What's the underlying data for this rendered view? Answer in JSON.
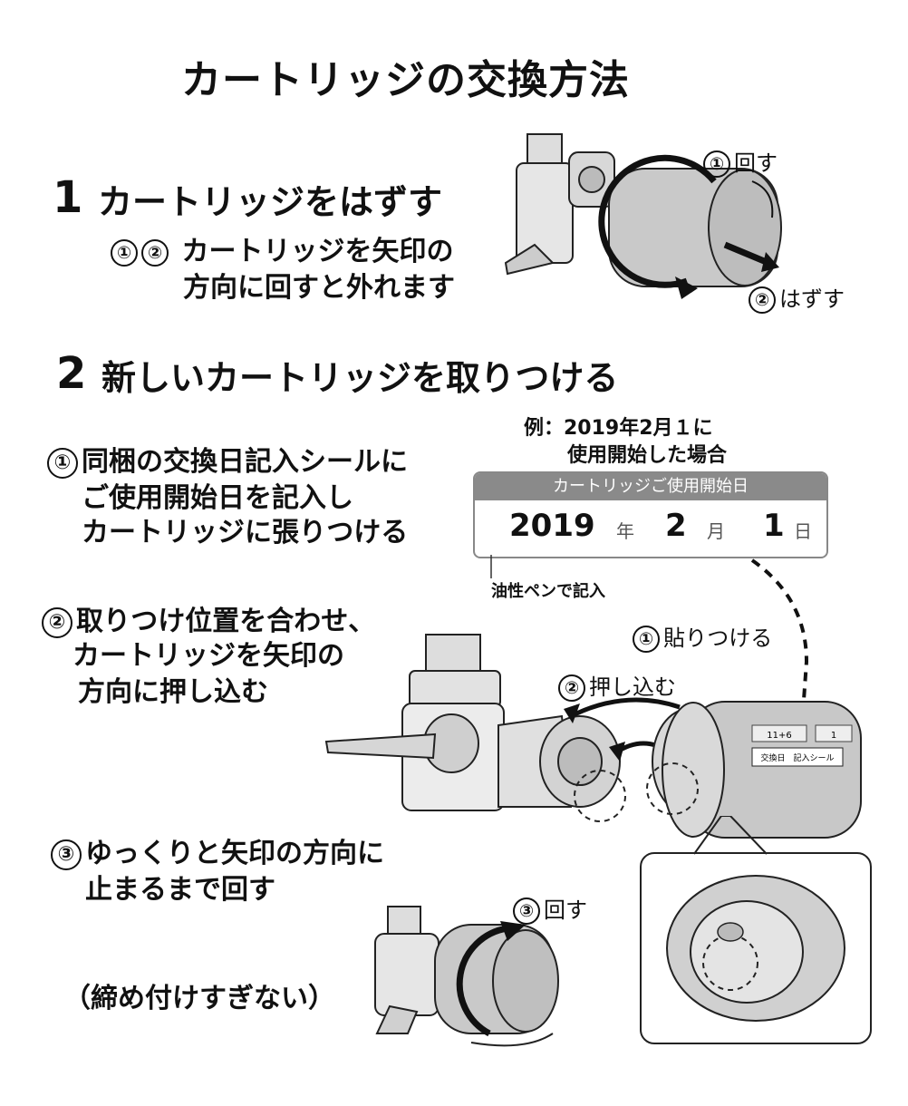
{
  "title": "カートリッジの交換方法",
  "step1": {
    "number": "1",
    "title": "カートリッジをはずす",
    "desc_marks": [
      "①",
      "②"
    ],
    "desc_line1": "カートリッジを矢印の",
    "desc_line2": "方向に回すと外れます",
    "callout_rotate_mark": "①",
    "callout_rotate": "回す",
    "callout_remove_mark": "②",
    "callout_remove": "はずす"
  },
  "step2": {
    "number": "2",
    "title": "新しいカートリッジを取りつける",
    "example_line1": "例：2019年2月１に",
    "example_line2": "使用開始した場合",
    "label": {
      "header": "カートリッジご使用開始日",
      "year": "2019",
      "year_unit": "年",
      "month": "2",
      "month_unit": "月",
      "day": "1",
      "day_unit": "日"
    },
    "pen_note": "油性ペンで記入",
    "sub1": {
      "mark": "①",
      "line1": "同梱の交換日記入シールに",
      "line2": "ご使用開始日を記入し",
      "line3": "カートリッジに張りつける"
    },
    "sub2": {
      "mark": "②",
      "line1": "取りつけ位置を合わせ、",
      "line2": "カートリッジを矢印の",
      "line3": "方向に押し込む"
    },
    "sub3": {
      "mark": "③",
      "line1": "ゆっくりと矢印の方向に",
      "line2": "止まるまで回す",
      "note": "（締め付けすぎない）"
    },
    "callout_attach_mark": "①",
    "callout_attach": "貼りつける",
    "callout_push_mark": "②",
    "callout_push": "押し込む",
    "callout_rotate_mark": "③",
    "callout_rotate": "回す",
    "sticker_text": "交換日　記入シール",
    "sticker_mini_left": "11+6",
    "sticker_mini_right": "1"
  }
}
